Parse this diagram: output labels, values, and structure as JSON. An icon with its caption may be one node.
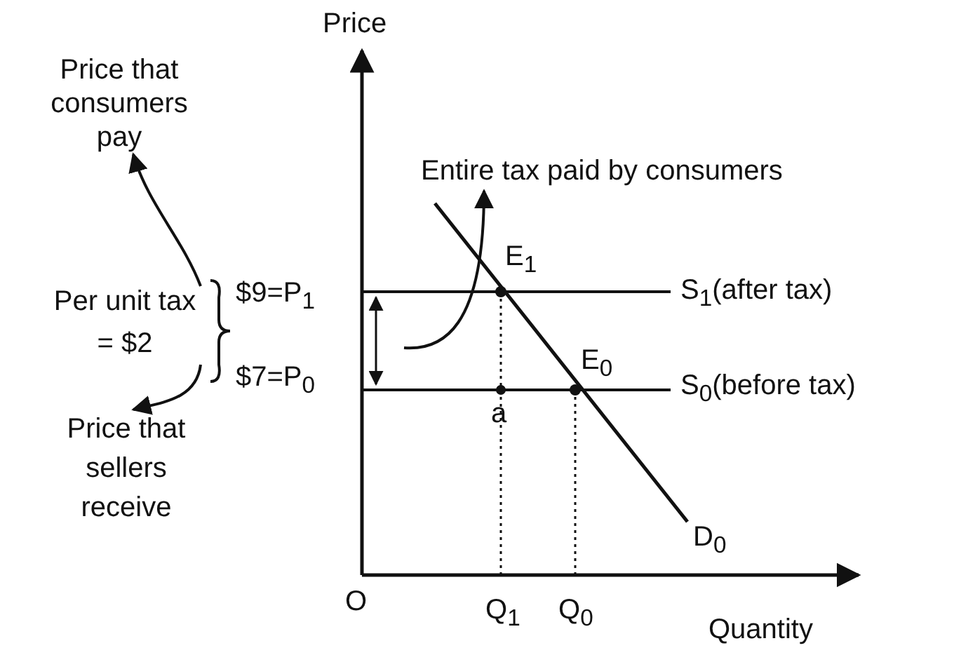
{
  "diagram": {
    "nodes": [
      {
        "text": [
          "Price that consumers pay"
        ]
      },
      {
        "text": [
          "Per unit tax = $2"
        ]
      },
      {
        "text": [
          "Price that sellers receive"
        ]
      },
      {
        "text": [
          "Entire tax paid by consumers"
        ]
      }
    ],
    "edges": [
      {
        "from": 1,
        "to": 0,
        "arrow": "to"
      },
      {
        "from": 1,
        "to": 2,
        "arrow": "to"
      },
      {
        "from": null,
        "to": 3,
        "arrow": "to"
      }
    ],
    "labels": [
      "Price",
      "$9=P$_{1}$",
      "E$_{1}$",
      "S$_{1}$(after tax)",
      "$7=P$_{0}$",
      "E$_{0}$",
      "a",
      "S$_{0}$(before tax)",
      "D$_{0}$",
      "O",
      "Q$_{1}$",
      "Q$_{0}$",
      "Quantity"
    ]
  }
}
